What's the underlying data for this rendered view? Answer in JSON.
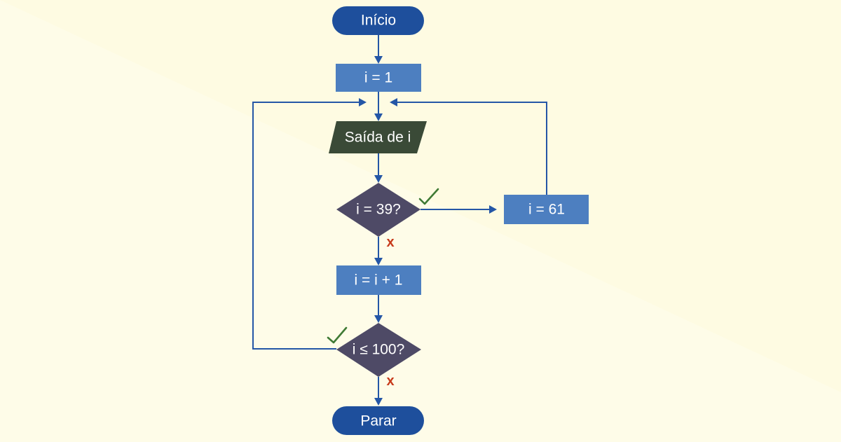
{
  "colors": {
    "background_light": "#fefce8",
    "background_warm": "#fefbe2",
    "terminal": "#1e4f9c",
    "process": "#4d7fc0",
    "io": "#3a4a37",
    "decision": "#4e4a66",
    "connector": "#2456a6",
    "yes_mark": "#3f7a34",
    "no_mark": "#c73a1a"
  },
  "nodes": {
    "start": {
      "label": "Início",
      "shape": "terminal"
    },
    "init": {
      "label": "i = 1",
      "shape": "process"
    },
    "output": {
      "label": "Saída de i",
      "shape": "io"
    },
    "decision_39": {
      "label": "i = 39?",
      "shape": "decision"
    },
    "set_61": {
      "label": "i = 61",
      "shape": "process"
    },
    "increment": {
      "label": "i = i + 1",
      "shape": "process"
    },
    "decision_100": {
      "label": "i ≤ 100?",
      "shape": "decision"
    },
    "stop": {
      "label": "Parar",
      "shape": "terminal"
    }
  },
  "marks": {
    "yes_icon": "check-icon",
    "no_label": "x"
  }
}
